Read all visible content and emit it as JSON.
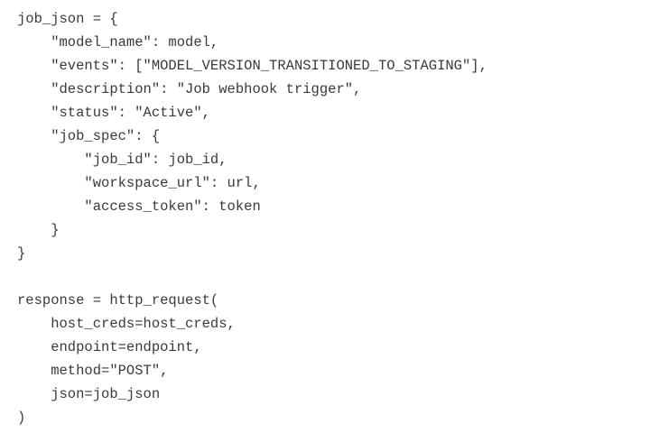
{
  "code": {
    "lines": [
      "job_json = {",
      "    \"model_name\": model,",
      "    \"events\": [\"MODEL_VERSION_TRANSITIONED_TO_STAGING\"],",
      "    \"description\": \"Job webhook trigger\",",
      "    \"status\": \"Active\",",
      "    \"job_spec\": {",
      "        \"job_id\": job_id,",
      "        \"workspace_url\": url,",
      "        \"access_token\": token",
      "    }",
      "}",
      "",
      "response = http_request(",
      "    host_creds=host_creds,",
      "    endpoint=endpoint,",
      "    method=\"POST\",",
      "    json=job_json",
      ")"
    ]
  }
}
